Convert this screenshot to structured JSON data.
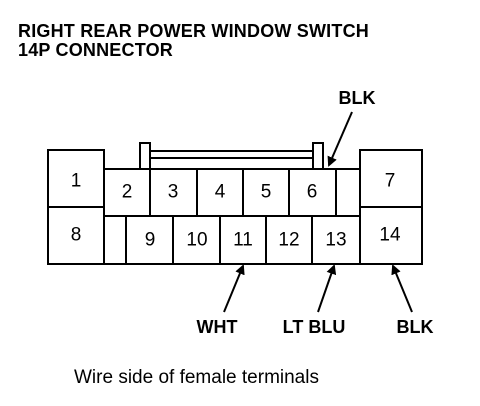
{
  "title": {
    "line1": "RIGHT REAR POWER WINDOW SWITCH",
    "line2": "14P CONNECTOR"
  },
  "connector": {
    "terminals": [
      "1",
      "2",
      "3",
      "4",
      "5",
      "6",
      "7",
      "8",
      "9",
      "10",
      "11",
      "12",
      "13",
      "14"
    ]
  },
  "callouts": {
    "blk_top": "BLK",
    "wht": "WHT",
    "lt_blu": "LT BLU",
    "blk_bottom": "BLK"
  },
  "caption": "Wire side of female terminals"
}
